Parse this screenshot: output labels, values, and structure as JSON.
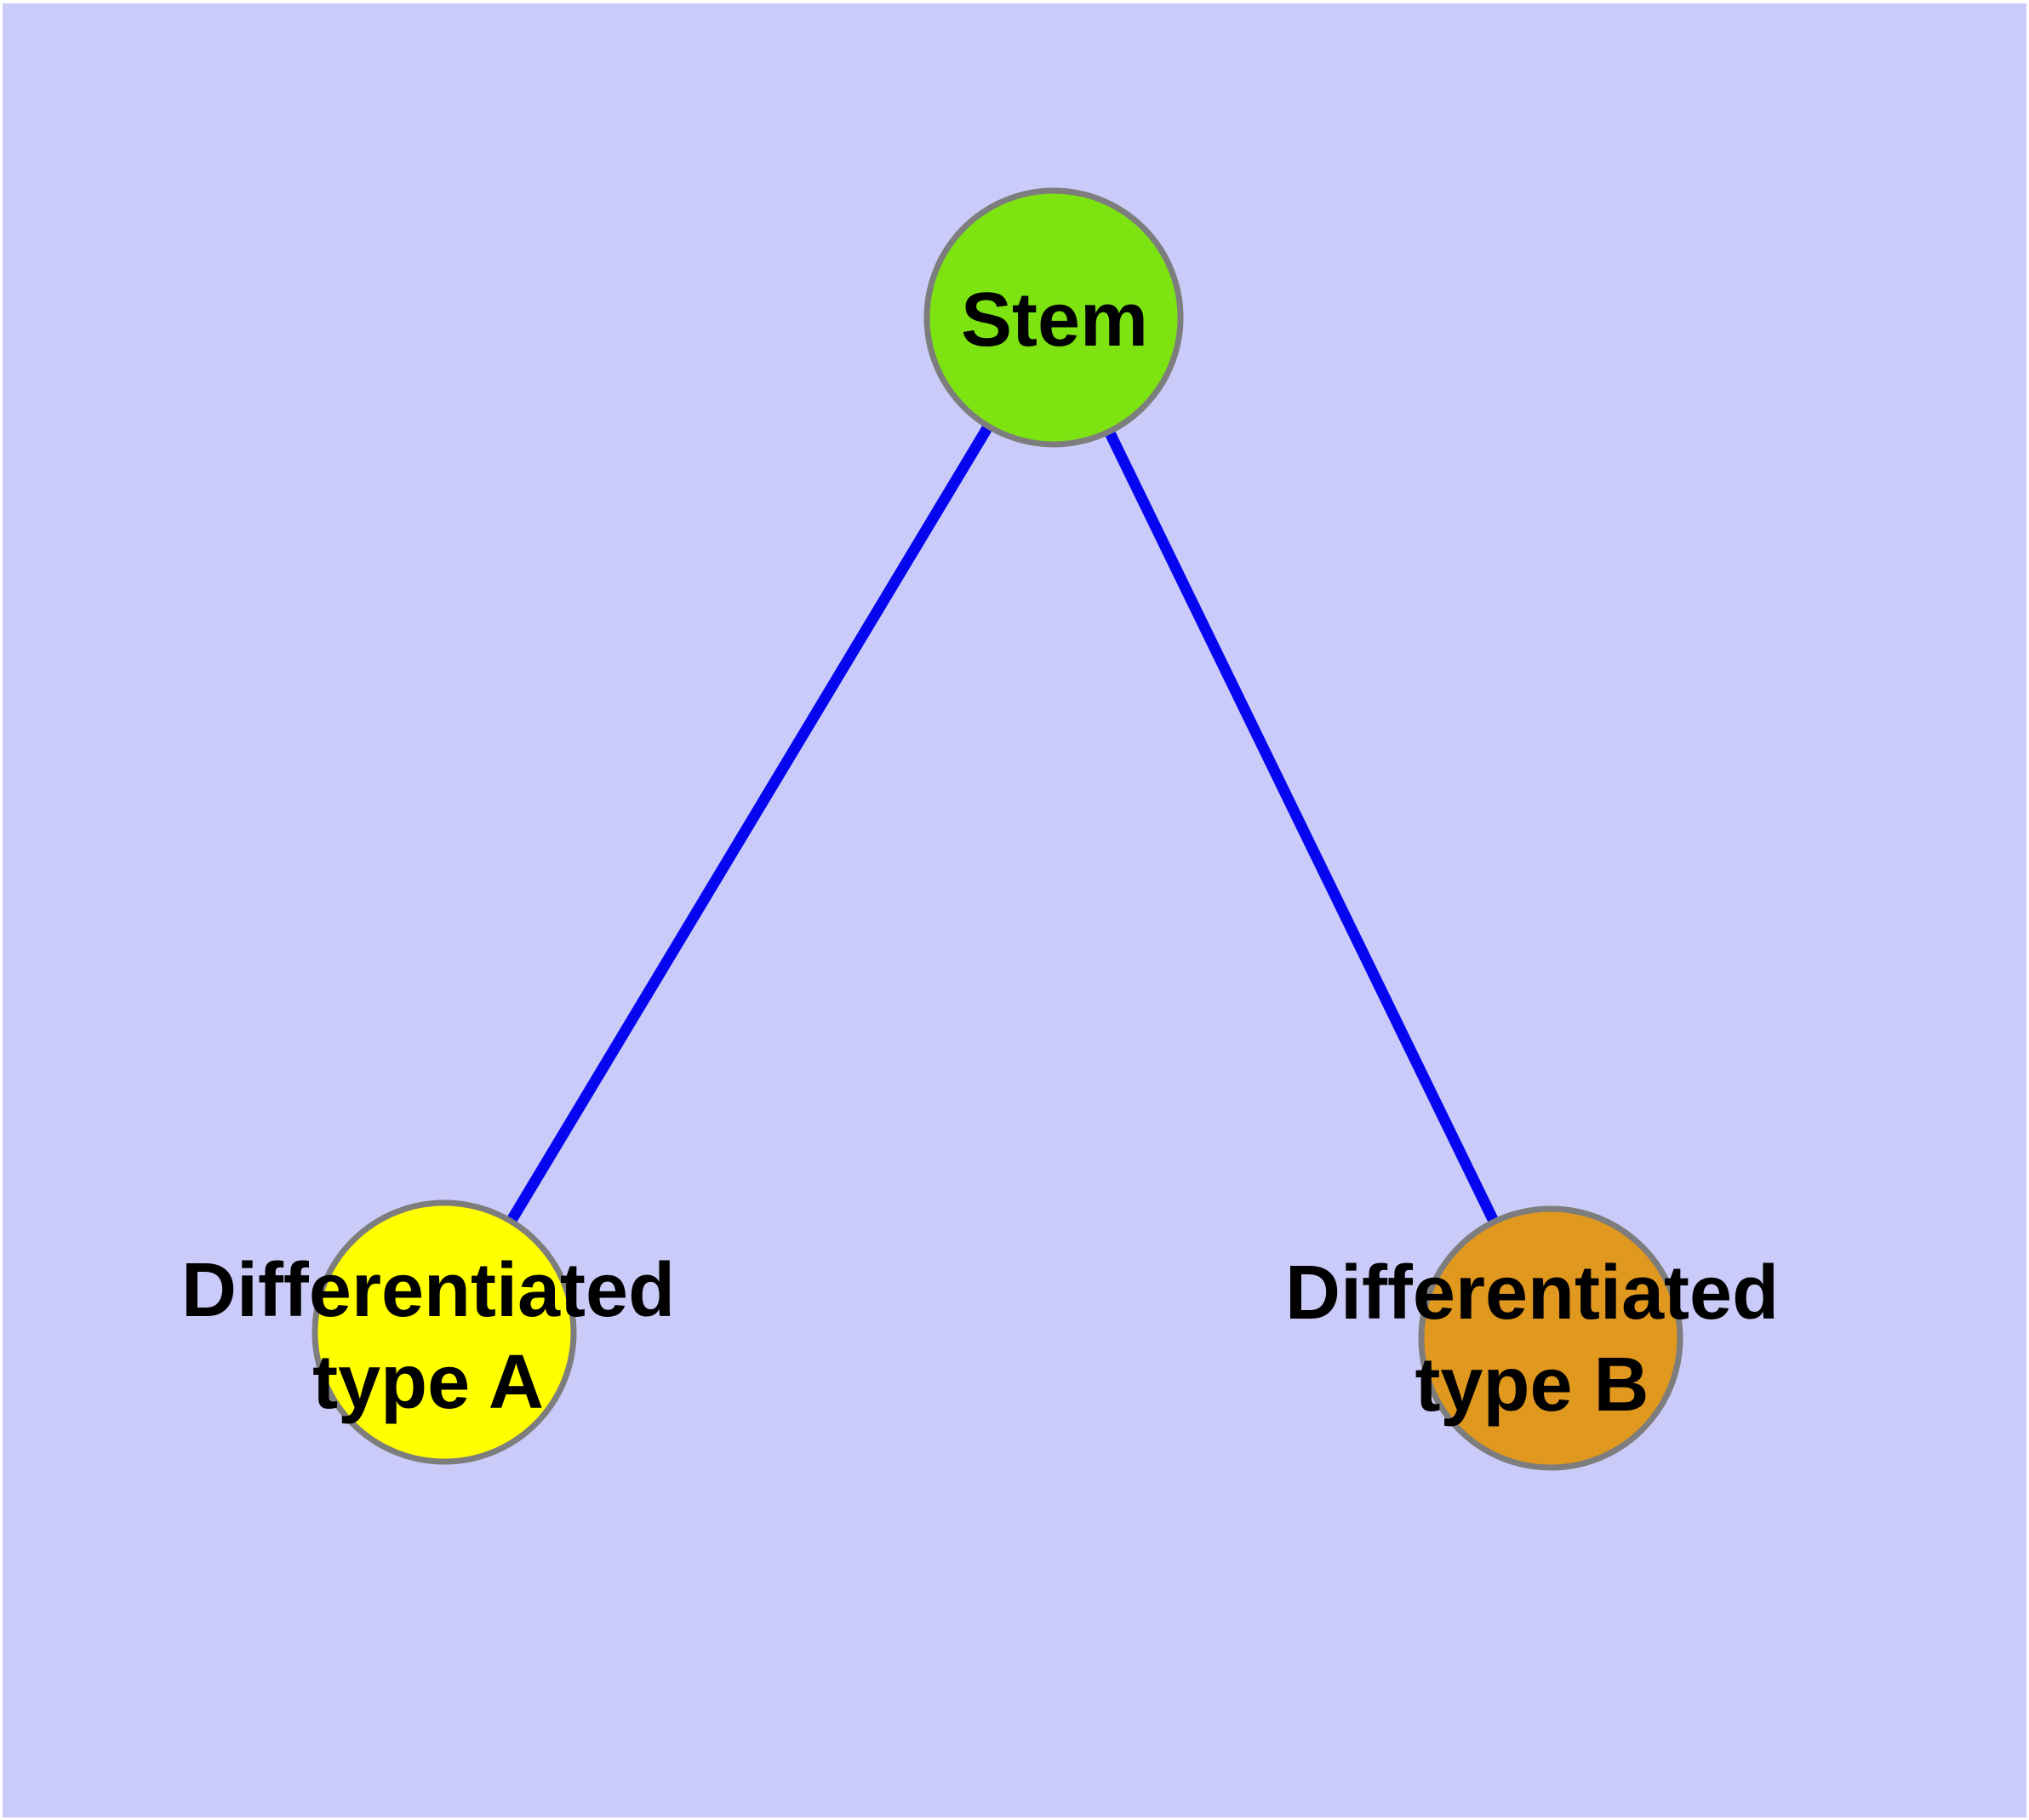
{
  "diagram": {
    "type": "graph",
    "background_color": "#CBCBF9",
    "page_edge_color": "#FFFFFF",
    "edge_color": "#0505F0",
    "edge_width": "13",
    "node_border_color": "#7D7D7D",
    "node_border_width": "7",
    "label_color": "#000000",
    "nodes": [
      {
        "id": "stem",
        "label": "Stem",
        "line1": "Stem",
        "line2": "",
        "fill": "#7DE412",
        "shape": "circle"
      },
      {
        "id": "differentiated-type-a",
        "label": "Differentiated type A",
        "line1": "Differentiated",
        "line2": "type A",
        "fill": "#FFFF00",
        "shape": "circle"
      },
      {
        "id": "differentiated-type-b",
        "label": "Differentiated type B",
        "line1": "Differentiated",
        "line2": "type B",
        "fill": "#E0981E",
        "shape": "circle"
      }
    ],
    "edges": [
      {
        "from": "stem",
        "to": "differentiated-type-a"
      },
      {
        "from": "stem",
        "to": "differentiated-type-b"
      }
    ]
  }
}
